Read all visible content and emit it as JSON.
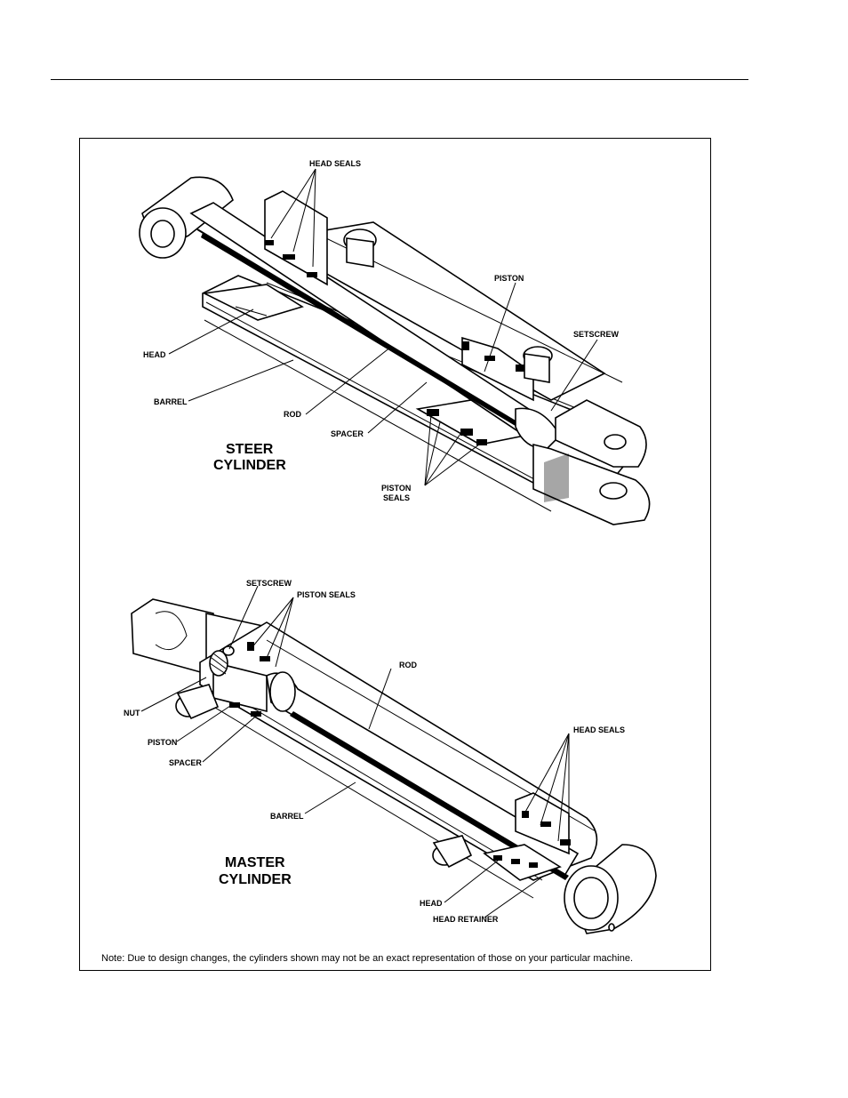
{
  "steer": {
    "title_line1": "STEER",
    "title_line2": "CYLINDER",
    "labels": {
      "head_seals": "HEAD SEALS",
      "piston": "PISTON",
      "setscrew": "SETSCREW",
      "head": "HEAD",
      "barrel": "BARREL",
      "rod": "ROD",
      "spacer": "SPACER",
      "piston_seals_line1": "PISTON",
      "piston_seals_line2": "SEALS"
    }
  },
  "master": {
    "title_line1": "MASTER",
    "title_line2": "CYLINDER",
    "labels": {
      "setscrew": "SETSCREW",
      "piston_seals": "PISTON SEALS",
      "rod": "ROD",
      "nut": "NUT",
      "piston": "PISTON",
      "spacer": "SPACER",
      "head_seals": "HEAD SEALS",
      "barrel": "BARREL",
      "head": "HEAD",
      "head_retainer": "HEAD RETAINER"
    }
  },
  "note": "Note: Due to design changes, the cylinders shown may not be an exact representation of those on your particular machine."
}
